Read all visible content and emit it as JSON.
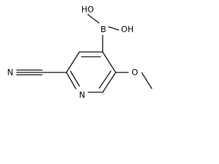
{
  "molecule": {
    "atoms": {
      "ring_nitrogen": "N",
      "nitrile_nitrogen": "N",
      "methoxy_oxygen": "O",
      "boron": "B",
      "hydroxyl_left": "HO",
      "hydroxyl_right": "OH"
    }
  },
  "colors": {
    "bond": "#000000",
    "label": "#000000",
    "background": "#ffffff"
  }
}
